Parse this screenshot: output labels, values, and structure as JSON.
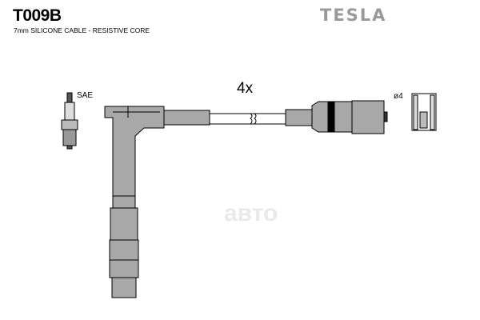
{
  "product_code": "T009B",
  "description": "7mm SILICONE CABLE - RESISTIVE CORE",
  "brand": "TESLA",
  "quantity_label": "4x",
  "plug_label": "SAE",
  "terminal_label": "ø4",
  "watermark": "авто",
  "colors": {
    "part": "#a8a8a8",
    "outline": "#000000",
    "brand": "#9a9a9a"
  }
}
